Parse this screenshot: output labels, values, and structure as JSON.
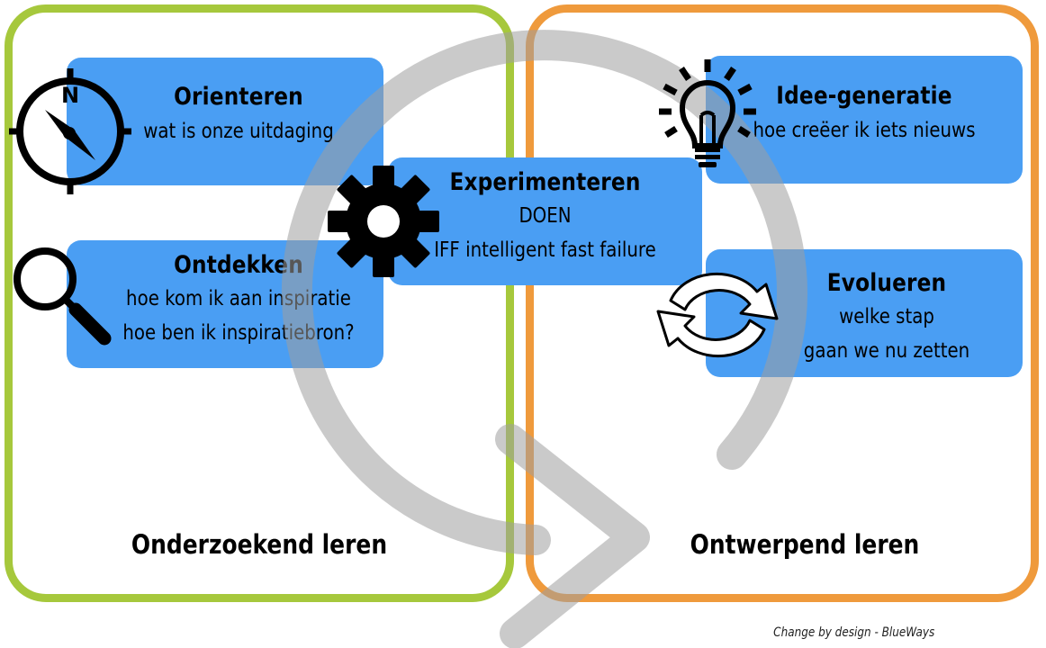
{
  "panels": {
    "left": {
      "label": "Onderzoekend leren",
      "color": "#a6c83c"
    },
    "right": {
      "label": "Ontwerpend leren",
      "color": "#ef9a3c"
    }
  },
  "steps": {
    "orienteren": {
      "title": "Orienteren",
      "lines": [
        "wat is onze uitdaging"
      ],
      "icon": "compass-icon"
    },
    "ontdekken": {
      "title": "Ontdekken",
      "lines": [
        "hoe kom ik aan inspiratie",
        "hoe ben ik inspiratiebron?"
      ],
      "icon": "magnifier-icon"
    },
    "experimenteren": {
      "title": "Experimenteren",
      "lines": [
        "DOEN",
        "IFF intelligent fast failure"
      ],
      "icon": "gear-icon"
    },
    "idee": {
      "title": "Idee-generatie",
      "lines": [
        "hoe creëer ik iets nieuws"
      ],
      "icon": "lightbulb-icon"
    },
    "evolueren": {
      "title": "Evolueren",
      "lines": [
        "welke stap",
        "gaan we nu zetten"
      ],
      "icon": "refresh-cycle-icon"
    }
  },
  "compass_letter": "N",
  "box_color": "#4a9ef3",
  "cycle_arrow_color": "#9e9e9e",
  "credit": "Change by design - BlueWays"
}
